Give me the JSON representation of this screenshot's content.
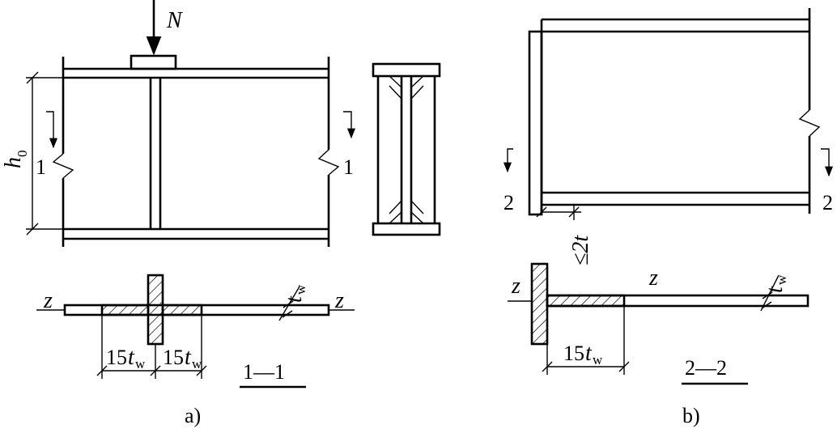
{
  "figure_a": {
    "load_label": "N",
    "height_label": "h",
    "height_sub": "0",
    "section_mark_left": "1",
    "section_mark_right": "1",
    "axis_label_left": "z",
    "axis_label_right": "z",
    "web_thickness_label": "t",
    "web_thickness_sub": "w",
    "dim_left_coef": "15",
    "dim_left_t": "t",
    "dim_left_sub": "w",
    "dim_right_coef": "15",
    "dim_right_t": "t",
    "dim_right_sub": "w",
    "section_title": "1—1",
    "caption": "a)"
  },
  "figure_b": {
    "section_mark_left": "2",
    "section_mark_right": "2",
    "limit_label": "≤2t",
    "axis_label_left": "z",
    "axis_label_mid": "z",
    "web_thickness_label": "t",
    "web_thickness_sub": "w",
    "dim_coef": "15",
    "dim_t": "t",
    "dim_sub": "w",
    "section_title": "2—2",
    "caption": "b)"
  }
}
